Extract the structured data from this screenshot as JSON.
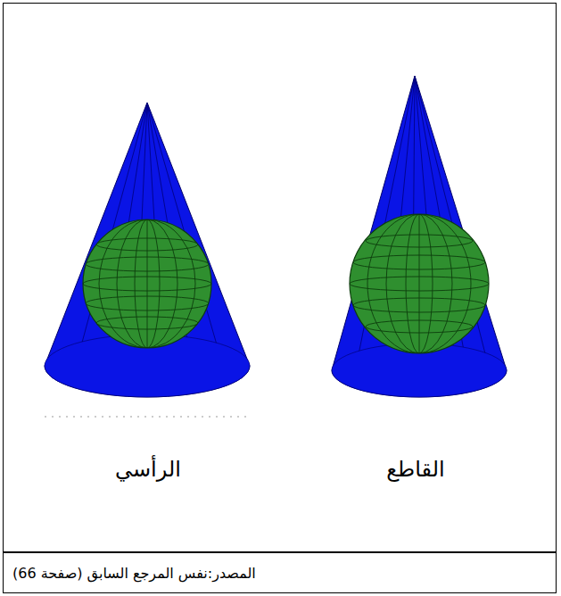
{
  "diagram": {
    "caption": "المصدر:نفس المرجع السابق (صفحة 66)",
    "labels": [
      "الرأسي",
      "القاطع"
    ]
  }
}
